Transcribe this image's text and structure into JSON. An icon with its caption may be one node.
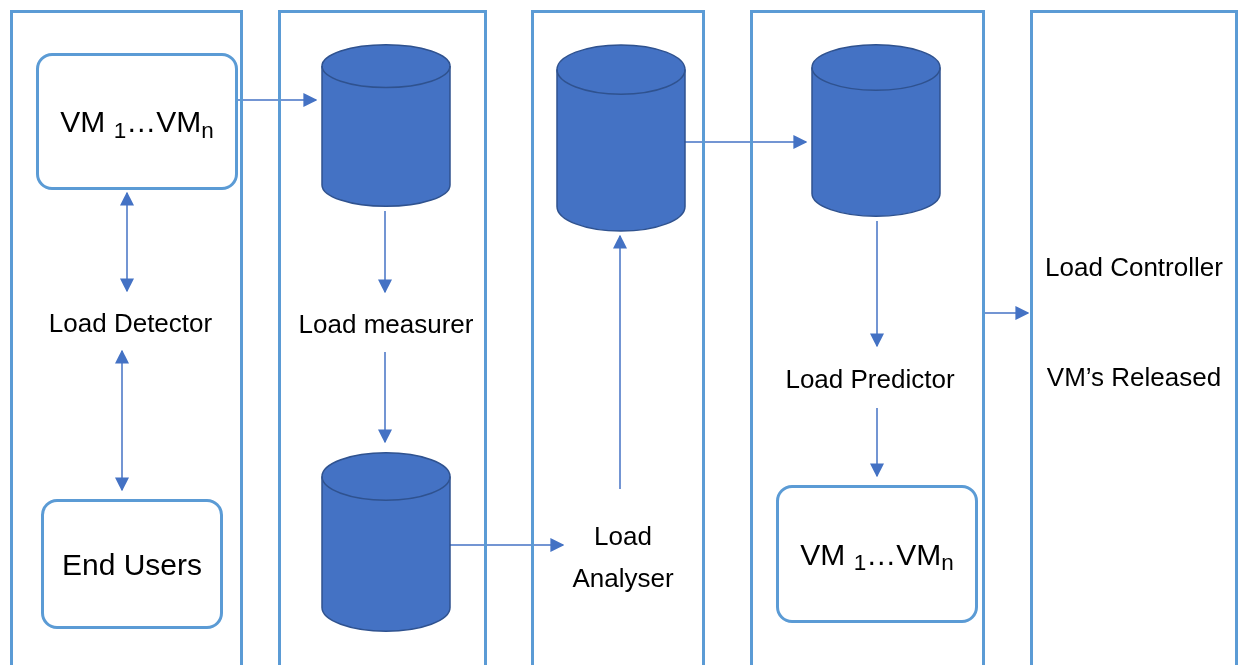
{
  "diagram": {
    "nodes": [
      {
        "text": [],
        "shape": "box"
      },
      {
        "text": [
          "VM $_{1}$…VM$_{n}$"
        ],
        "in": 0
      },
      {
        "text": [
          "Load Detector"
        ],
        "in": 0
      },
      {
        "text": [
          "End Users"
        ],
        "in": 0
      },
      {
        "text": [],
        "shape": "box"
      },
      {
        "text": [],
        "shape": "cylinder",
        "in": 4
      },
      {
        "text": [
          "Load measurer"
        ],
        "in": 4
      },
      {
        "text": [],
        "shape": "cylinder",
        "in": 4
      },
      {
        "text": [],
        "shape": "box"
      },
      {
        "text": [],
        "shape": "cylinder",
        "in": 8
      },
      {
        "text": [
          "Load Analyser"
        ],
        "in": 8
      },
      {
        "text": [],
        "shape": "box"
      },
      {
        "text": [],
        "shape": "cylinder",
        "in": 11
      },
      {
        "text": [
          "Load Predictor"
        ],
        "in": 11
      },
      {
        "text": [
          "VM $_{1}$…VM$_{n}$"
        ],
        "in": 11
      },
      {
        "text": [
          "Load Controller",
          "VM’s Released"
        ]
      }
    ],
    "edges": [
      {
        "from": 1,
        "to": 5,
        "arrow": "to"
      },
      {
        "from": 1,
        "to": 2,
        "arrow": "both"
      },
      {
        "from": 2,
        "to": 3,
        "arrow": "both"
      },
      {
        "from": 5,
        "to": 6,
        "arrow": "to"
      },
      {
        "from": 6,
        "to": 7,
        "arrow": "to"
      },
      {
        "from": 7,
        "to": 10,
        "arrow": "to"
      },
      {
        "from": 10,
        "to": 9,
        "arrow": "to"
      },
      {
        "from": 9,
        "to": 12,
        "arrow": "to"
      },
      {
        "from": 12,
        "to": 13,
        "arrow": "to"
      },
      {
        "from": 13,
        "to": 14,
        "arrow": "to"
      },
      {
        "from": 11,
        "to": 15,
        "arrow": "to"
      }
    ]
  }
}
